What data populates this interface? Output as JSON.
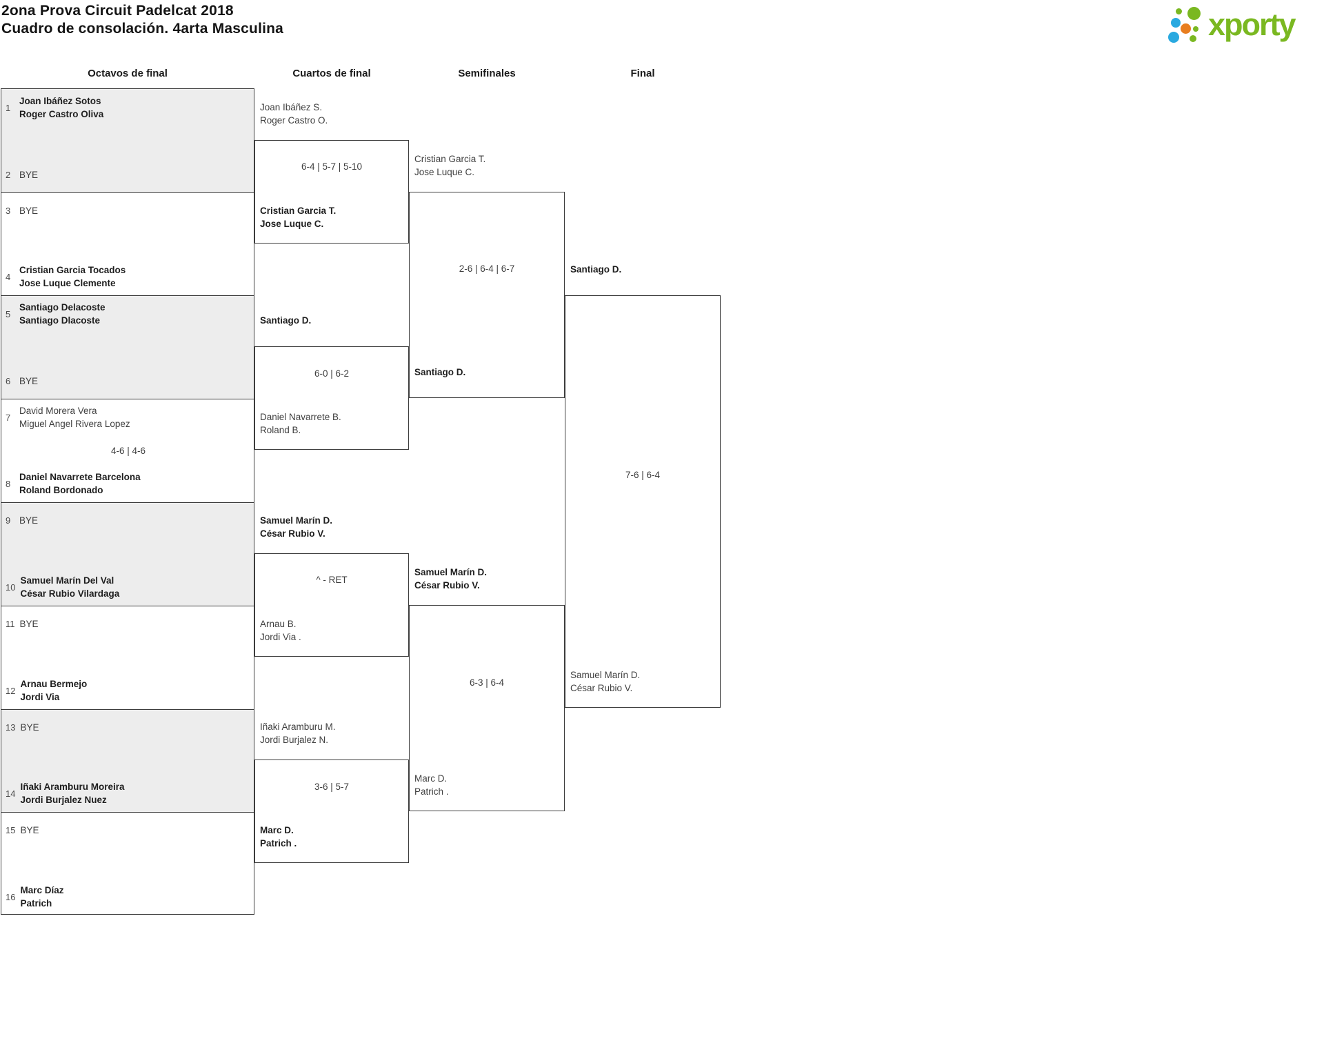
{
  "page": {
    "title_line1": "2ona Prova Circuit Padelcat 2018",
    "title_line2": "Cuadro de consolación. 4arta Masculina"
  },
  "logo": {
    "wordmark": "xporty",
    "green": "#7ab821",
    "blue": "#29a9e0",
    "orange": "#e87e1f"
  },
  "columns": {
    "r16": "Octavos de final",
    "qf": "Cuartos de final",
    "sf": "Semifinales",
    "final": "Final"
  },
  "r16": [
    {
      "top": {
        "seed": "1",
        "line1": "Joan Ibáñez Sotos",
        "line2": "Roger Castro Oliva"
      },
      "bottom": {
        "seed": "2",
        "line1": "BYE"
      },
      "score": ""
    },
    {
      "top": {
        "seed": "3",
        "line1": "BYE"
      },
      "bottom": {
        "seed": "4",
        "line1": "Cristian Garcia Tocados",
        "line2": "Jose Luque Clemente"
      },
      "score": ""
    },
    {
      "top": {
        "seed": "5",
        "line1": "Santiago Delacoste",
        "line2": "Santiago Dlacoste"
      },
      "bottom": {
        "seed": "6",
        "line1": "BYE"
      },
      "score": ""
    },
    {
      "top": {
        "seed": "7",
        "line1": "David Morera Vera",
        "line2": "Miguel Angel Rivera Lopez"
      },
      "bottom": {
        "seed": "8",
        "line1": "Daniel Navarrete Barcelona",
        "line2": "Roland Bordonado"
      },
      "score": "4-6 | 4-6"
    },
    {
      "top": {
        "seed": "9",
        "line1": "BYE"
      },
      "bottom": {
        "seed": "10",
        "line1": "Samuel Marín Del Val",
        "line2": "César Rubio Vilardaga"
      },
      "score": ""
    },
    {
      "top": {
        "seed": "11",
        "line1": "BYE"
      },
      "bottom": {
        "seed": "12",
        "line1": "Arnau Bermejo",
        "line2": "Jordi Via"
      },
      "score": ""
    },
    {
      "top": {
        "seed": "13",
        "line1": "BYE"
      },
      "bottom": {
        "seed": "14",
        "line1": "Iñaki Aramburu Moreira",
        "line2": "Jordi Burjalez Nuez"
      },
      "score": ""
    },
    {
      "top": {
        "seed": "15",
        "line1": "BYE"
      },
      "bottom": {
        "seed": "16",
        "line1": "Marc Díaz",
        "line2": "Patrich"
      },
      "score": ""
    }
  ],
  "qf": [
    {
      "top": {
        "line1": "Joan Ibáñez S.",
        "line2": "Roger Castro O."
      },
      "bottom": {
        "line1": "Cristian Garcia T.",
        "line2": "Jose Luque C."
      },
      "score": "6-4 | 5-7 | 5-10"
    },
    {
      "top": {
        "line1": "Santiago D."
      },
      "bottom": {
        "line1": "Daniel Navarrete B.",
        "line2": "Roland B."
      },
      "score": "6-0 | 6-2"
    },
    {
      "top": {
        "line1": "Samuel Marín D.",
        "line2": "César Rubio V."
      },
      "bottom": {
        "line1": "Arnau B.",
        "line2": "Jordi Via ."
      },
      "score": "^ - RET"
    },
    {
      "top": {
        "line1": "Iñaki Aramburu M.",
        "line2": "Jordi Burjalez N."
      },
      "bottom": {
        "line1": "Marc D.",
        "line2": "Patrich ."
      },
      "score": "3-6 | 5-7"
    }
  ],
  "sf": [
    {
      "top": {
        "line1": "Cristian Garcia T.",
        "line2": "Jose Luque C."
      },
      "bottom": {
        "line1": "Santiago D."
      },
      "score": "2-6 | 6-4 | 6-7"
    },
    {
      "top": {
        "line1": "Samuel Marín D.",
        "line2": "César Rubio V."
      },
      "bottom": {
        "line1": "Marc D.",
        "line2": "Patrich ."
      },
      "score": "6-3 | 6-4"
    }
  ],
  "final": {
    "top": {
      "line1": "Santiago D."
    },
    "bottom": {
      "line1": "Samuel Marín D.",
      "line2": "César Rubio V."
    },
    "score": "7-6 | 6-4"
  }
}
